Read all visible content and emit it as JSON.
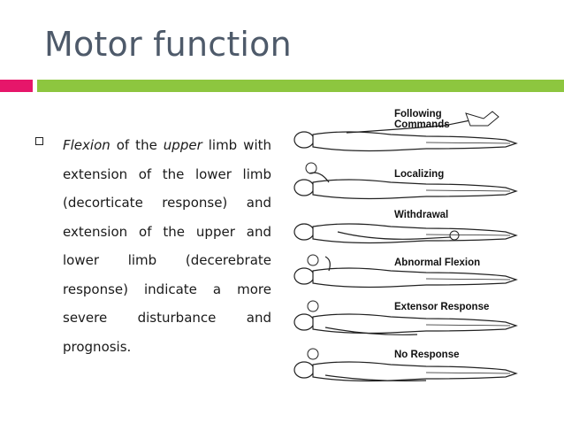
{
  "slide": {
    "title": "Motor function"
  },
  "bullet": {
    "flexion": "Flexion",
    "of_the": " of the ",
    "upper": "upper",
    "rest": " limb with extension of the lower limb (decorticate response) and extension of the upper and lower limb (decerebrate response) indicate a more severe disturbance and prognosis."
  },
  "figure": {
    "labels": {
      "following_1": "Following",
      "following_2": "Commands",
      "localizing": "Localizing",
      "withdrawal": "Withdrawal",
      "abnormal_flexion": "Abnormal Flexion",
      "extensor_response": "Extensor Response",
      "no_response": "No Response"
    }
  },
  "colors": {
    "title": "#4e5a6a",
    "accent_pink": "#e6166a",
    "accent_green": "#8dc63f"
  }
}
